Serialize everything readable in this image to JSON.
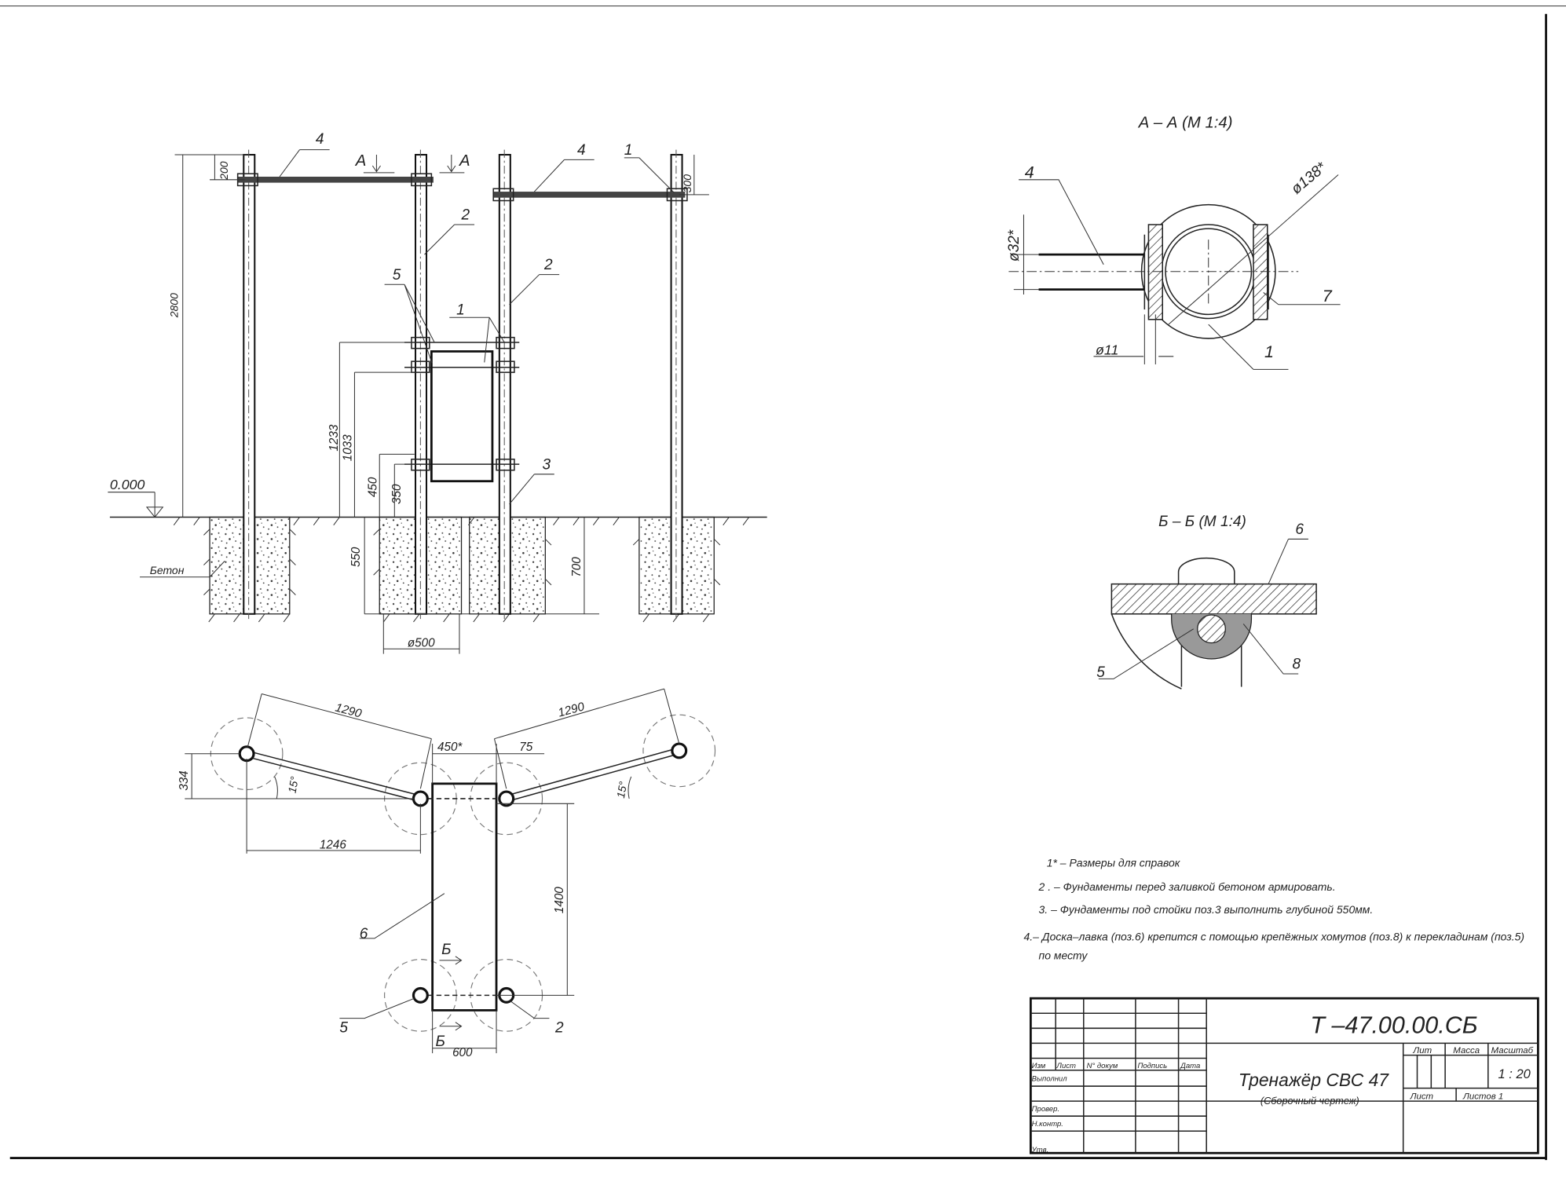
{
  "elevation": {
    "dims": {
      "h2800": "2800",
      "d200": "200",
      "d300": "300",
      "d1233": "1233",
      "d1033": "1033",
      "d450": "450",
      "d350": "350",
      "d550": "550",
      "d700": "700",
      "d500": "ø500"
    },
    "level": "0.000",
    "concrete_label": "Бетон",
    "section_mark": "А",
    "callouts": {
      "c4a": "4",
      "c4b": "4",
      "c1a": "1",
      "c2a": "2",
      "c2b": "2",
      "c5": "5",
      "c1b": "1",
      "c3": "3"
    }
  },
  "plan": {
    "dims": {
      "l1290a": "1290",
      "l1290b": "1290",
      "d450": "450*",
      "d75": "75",
      "d334": "334",
      "a15a": "15°",
      "a15b": "15°",
      "d1246": "1246",
      "d1400": "1400",
      "d600": "600"
    },
    "callouts": {
      "c6": "6",
      "c5": "5",
      "c2": "2"
    },
    "section_mark": "Б"
  },
  "section_aa": {
    "title": "А – А (М 1:4)",
    "d32": "ø32*",
    "d138": "ø138*",
    "d11": "ø11",
    "c4": "4",
    "c7": "7",
    "c1": "1"
  },
  "section_bb": {
    "title": "Б – Б (М 1:4)",
    "c6": "6",
    "c5": "5",
    "c8": "8"
  },
  "notes": [
    "1* – Размеры для справок",
    "2 . – Фундаменты перед заливкой бетоном армировать.",
    "3. – Фундаменты под стойки поз.3  выполнить глубиной 550мм.",
    "4.– Доска–лавка (поз.6) крепится с помощью крепёжных хомутов (поз.8) к перекладинам  (поз.5)",
    "по месту"
  ],
  "title_block": {
    "code": "Т –47.00.00.СБ",
    "name": "Тренажёр СВС 47",
    "subtitle": "(Сборочный чертеж)",
    "headers": {
      "izm": "Изм",
      "list": "Лист",
      "doc": "N° докум",
      "sign": "Подпись",
      "date": "Дата"
    },
    "roles": {
      "done": "Выполнил",
      "check": "Провер.",
      "ncontr": "Н.контр.",
      "approve": "Утв."
    },
    "lit": "Лит",
    "mass": "Масса",
    "scale_label": "Масштаб",
    "scale": "1 : 20",
    "sheet": "Лист",
    "sheets": "Листов 1"
  }
}
